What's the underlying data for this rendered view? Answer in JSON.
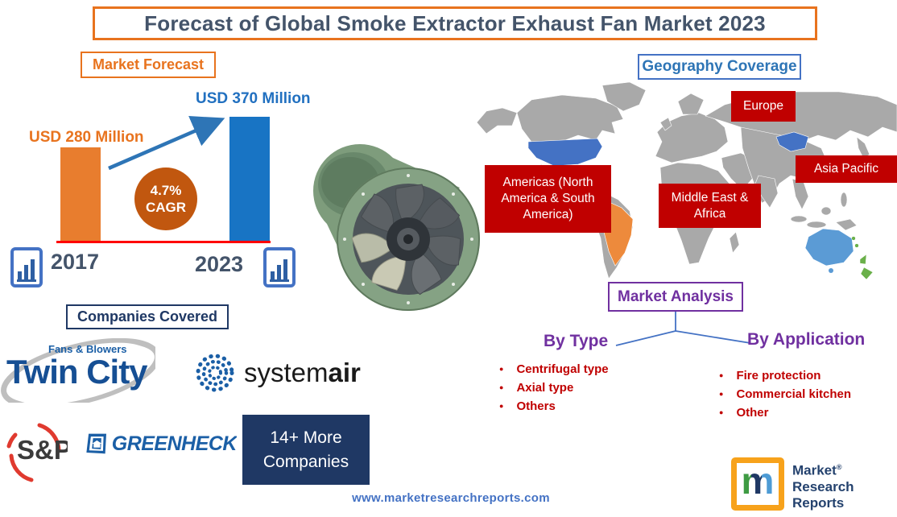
{
  "title": "Forecast of Global Smoke Extractor Exhaust Fan Market 2023",
  "badges": {
    "market_forecast": "Market Forecast",
    "geography_coverage": "Geography Coverage",
    "market_analysis": "Market Analysis",
    "companies_covered": "Companies Covered"
  },
  "chart_data": {
    "type": "bar",
    "title": "Market Forecast",
    "categories": [
      "2017",
      "2023"
    ],
    "values": [
      280,
      370
    ],
    "unit": "USD Million",
    "value_labels": [
      "USD 280 Million",
      "USD 370 Million"
    ],
    "bar_colors": [
      "#E87D2E",
      "#1874C4"
    ],
    "cagr_value": "4.7%",
    "cagr_label": "CAGR",
    "ylim": [
      0,
      370
    ],
    "baseline_color": "#FF0000",
    "grid": false,
    "legend": false
  },
  "geography": {
    "regions": [
      {
        "id": "europe",
        "label": "Europe"
      },
      {
        "id": "asia-pacific",
        "label": "Asia Pacific"
      },
      {
        "id": "americas",
        "label": "Americas (North America & South America)"
      },
      {
        "id": "middle-east-africa",
        "label": "Middle East & Africa"
      }
    ],
    "map_base_color": "#A9A9A9",
    "highlight_colors": {
      "usa": "#4472C4",
      "brazil": "#ED8A3C",
      "mongolia": "#4472C4",
      "australia": "#5B9BD5",
      "new_zealand": "#6AB04A"
    }
  },
  "analysis": {
    "by_type": {
      "heading": "By Type",
      "items": [
        "Centrifugal type",
        "Axial type",
        "Others"
      ]
    },
    "by_application": {
      "heading": "By Application",
      "items": [
        "Fire protection",
        "Commercial kitchen",
        "Other"
      ]
    }
  },
  "companies": {
    "twin_city": {
      "tagline": "Fans & Blowers",
      "name": "Twin City"
    },
    "systemair": {
      "name_light": "system",
      "name_bold": "air"
    },
    "sp": {
      "name": "S&P"
    },
    "greenheck": {
      "name": "GREENHECK"
    },
    "more_companies": "14+ More Companies"
  },
  "footer": {
    "website": "www.marketresearchreports.com"
  },
  "brand": {
    "monogram": "m",
    "registered_mark": "®",
    "name_lines": [
      "Market",
      "Research",
      "Reports"
    ]
  },
  "colors": {
    "title_text": "#44546A",
    "title_border": "#E8731E",
    "orange": "#E87D2E",
    "blue": "#1874C4",
    "navy": "#1F3864",
    "purple": "#7030A0",
    "region_red": "#C00000",
    "list_red": "#C00000",
    "link_blue": "#4472C4"
  }
}
